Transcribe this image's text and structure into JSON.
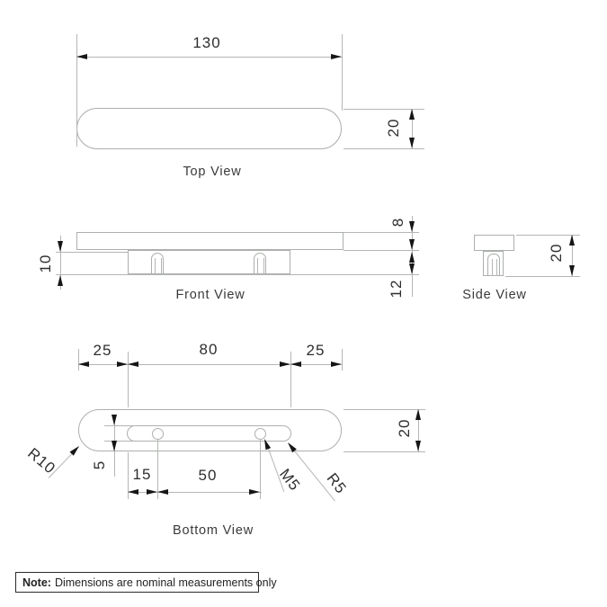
{
  "views": {
    "top": {
      "label": "Top View",
      "dim_length": "130",
      "dim_width": "20"
    },
    "front": {
      "label": "Front View",
      "dim_recess": "10",
      "dim_bar": "8",
      "dim_foot": "12"
    },
    "side": {
      "label": "Side View",
      "dim_height": "20"
    },
    "bottom": {
      "label": "Bottom View",
      "dim_left": "25",
      "dim_center": "80",
      "dim_right": "25",
      "dim_width": "20",
      "dim_slot": "5",
      "dim_hole_inset": "15",
      "dim_hole_spacing": "50",
      "callout_outer_radius": "R10",
      "callout_thread": "M5",
      "callout_slot_radius": "R5"
    }
  },
  "note": {
    "prefix": "Note:",
    "text": "Dimensions are nominal measurements only"
  },
  "colors": {
    "line": "#b3b7b3",
    "arrow": "#161616",
    "text": "#2e2e2e"
  }
}
